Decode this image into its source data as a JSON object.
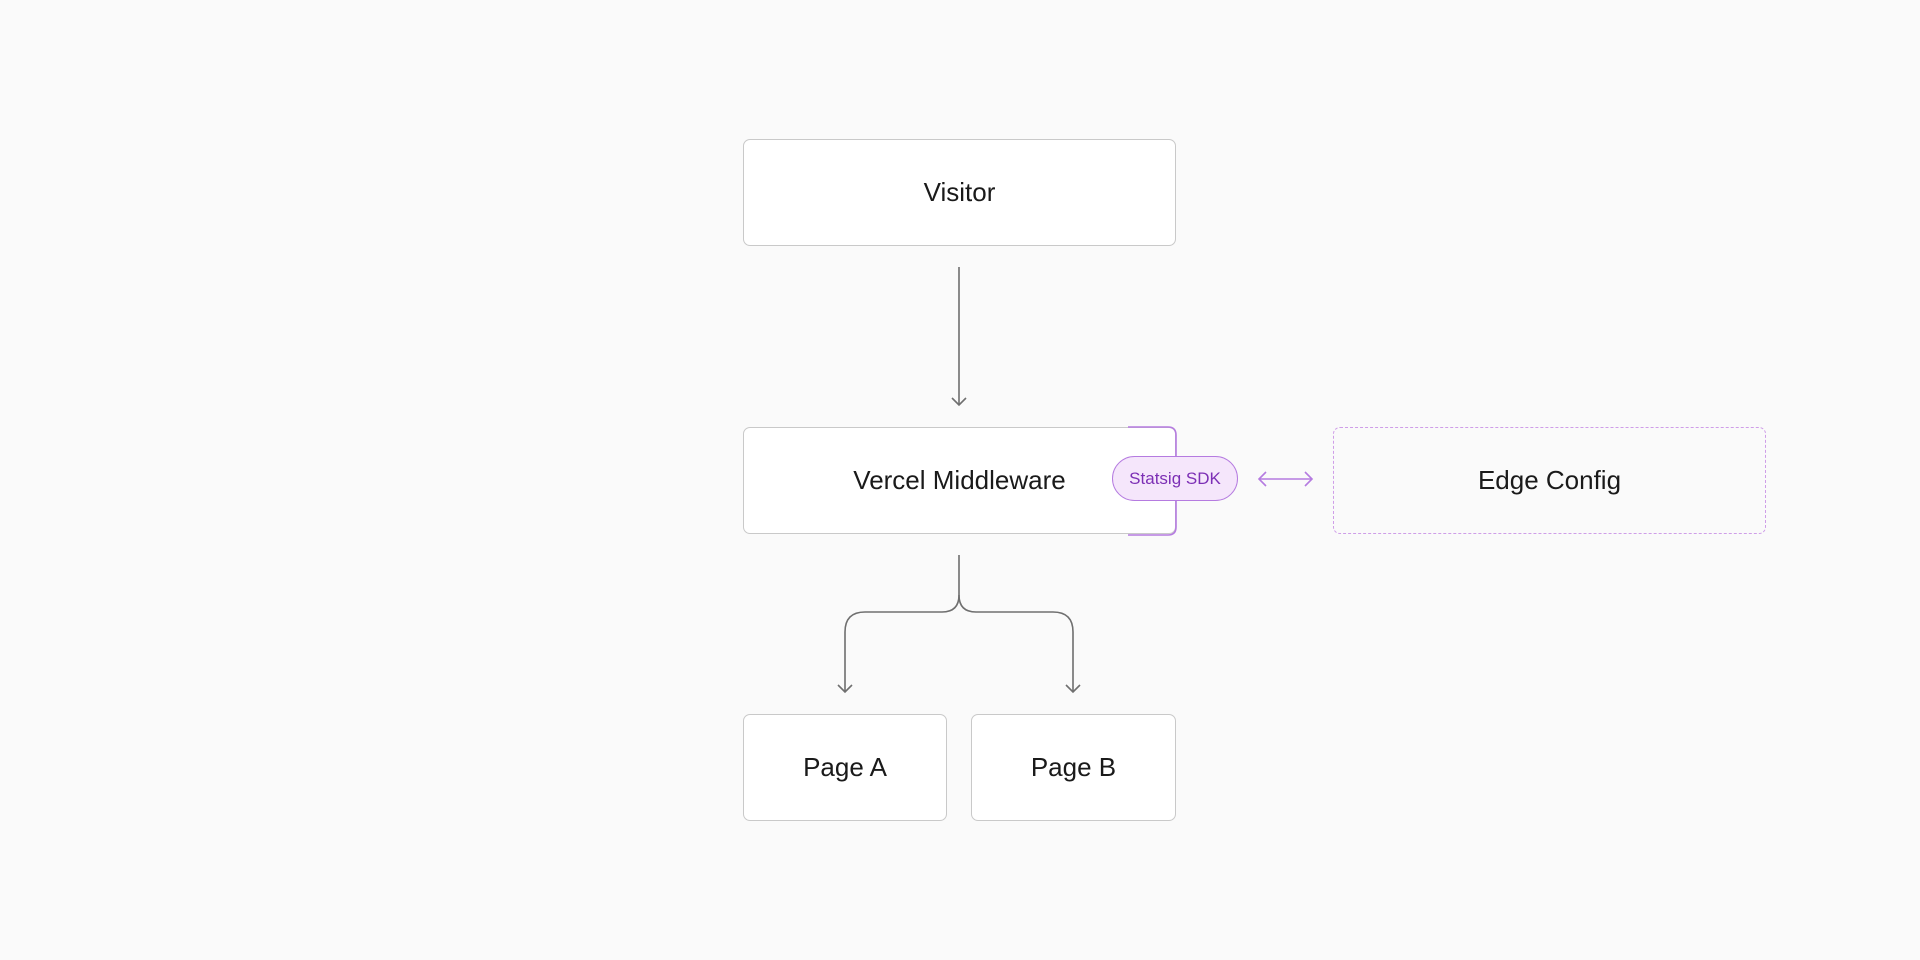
{
  "nodes": {
    "visitor": {
      "label": "Visitor"
    },
    "middleware": {
      "label": "Vercel Middleware"
    },
    "sdk": {
      "label": "Statsig SDK"
    },
    "edge_config": {
      "label": "Edge Config"
    },
    "page_a": {
      "label": "Page A"
    },
    "page_b": {
      "label": "Page B"
    }
  },
  "colors": {
    "arrow": "#6f6f6f",
    "accent": "#b57be0",
    "accent_text": "#7c2fb5"
  }
}
